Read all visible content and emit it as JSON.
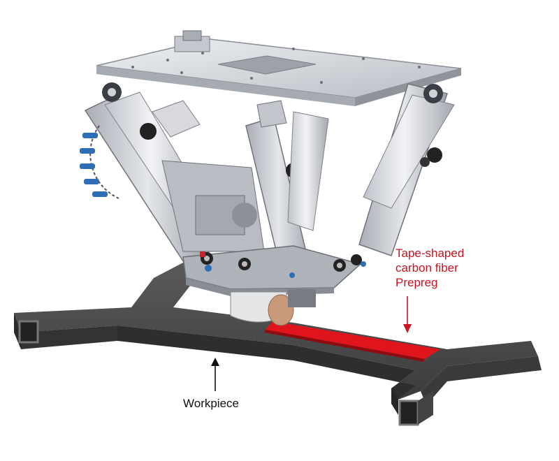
{
  "labels": {
    "workpiece": "Workpiece",
    "prepreg_line1": "Tape-shaped",
    "prepreg_line2": "carbon fiber",
    "prepreg_line3": "Prepreg"
  },
  "colors": {
    "workpiece_dark": "#3a3a3a",
    "workpiece_mid": "#555555",
    "prepreg_tape": "#e0141c",
    "label_red": "#c8141e",
    "frame_metal": "#c9ccd2",
    "accent_blue": "#2f6db5"
  },
  "icons": [
    "robot-illustration",
    "arrow-up-icon",
    "arrow-down-icon"
  ]
}
